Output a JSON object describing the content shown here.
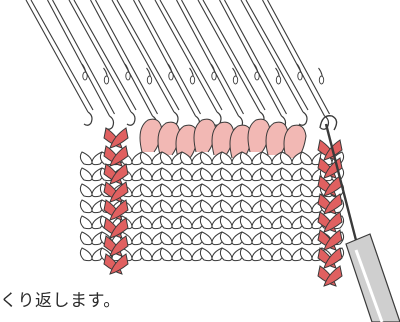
{
  "caption": "くり返します。",
  "colors": {
    "accent_red": "#e06060",
    "accent_pink": "#f2b8b4",
    "outline": "#3a3a3a",
    "hook_fill": "#cfcfcf"
  },
  "illustration": {
    "subject": "knitting-machine-latch-needles-with-transfer-tool",
    "needle_count": 12,
    "icons": [
      "latch-needle-icon",
      "transfer-tool-icon"
    ]
  }
}
